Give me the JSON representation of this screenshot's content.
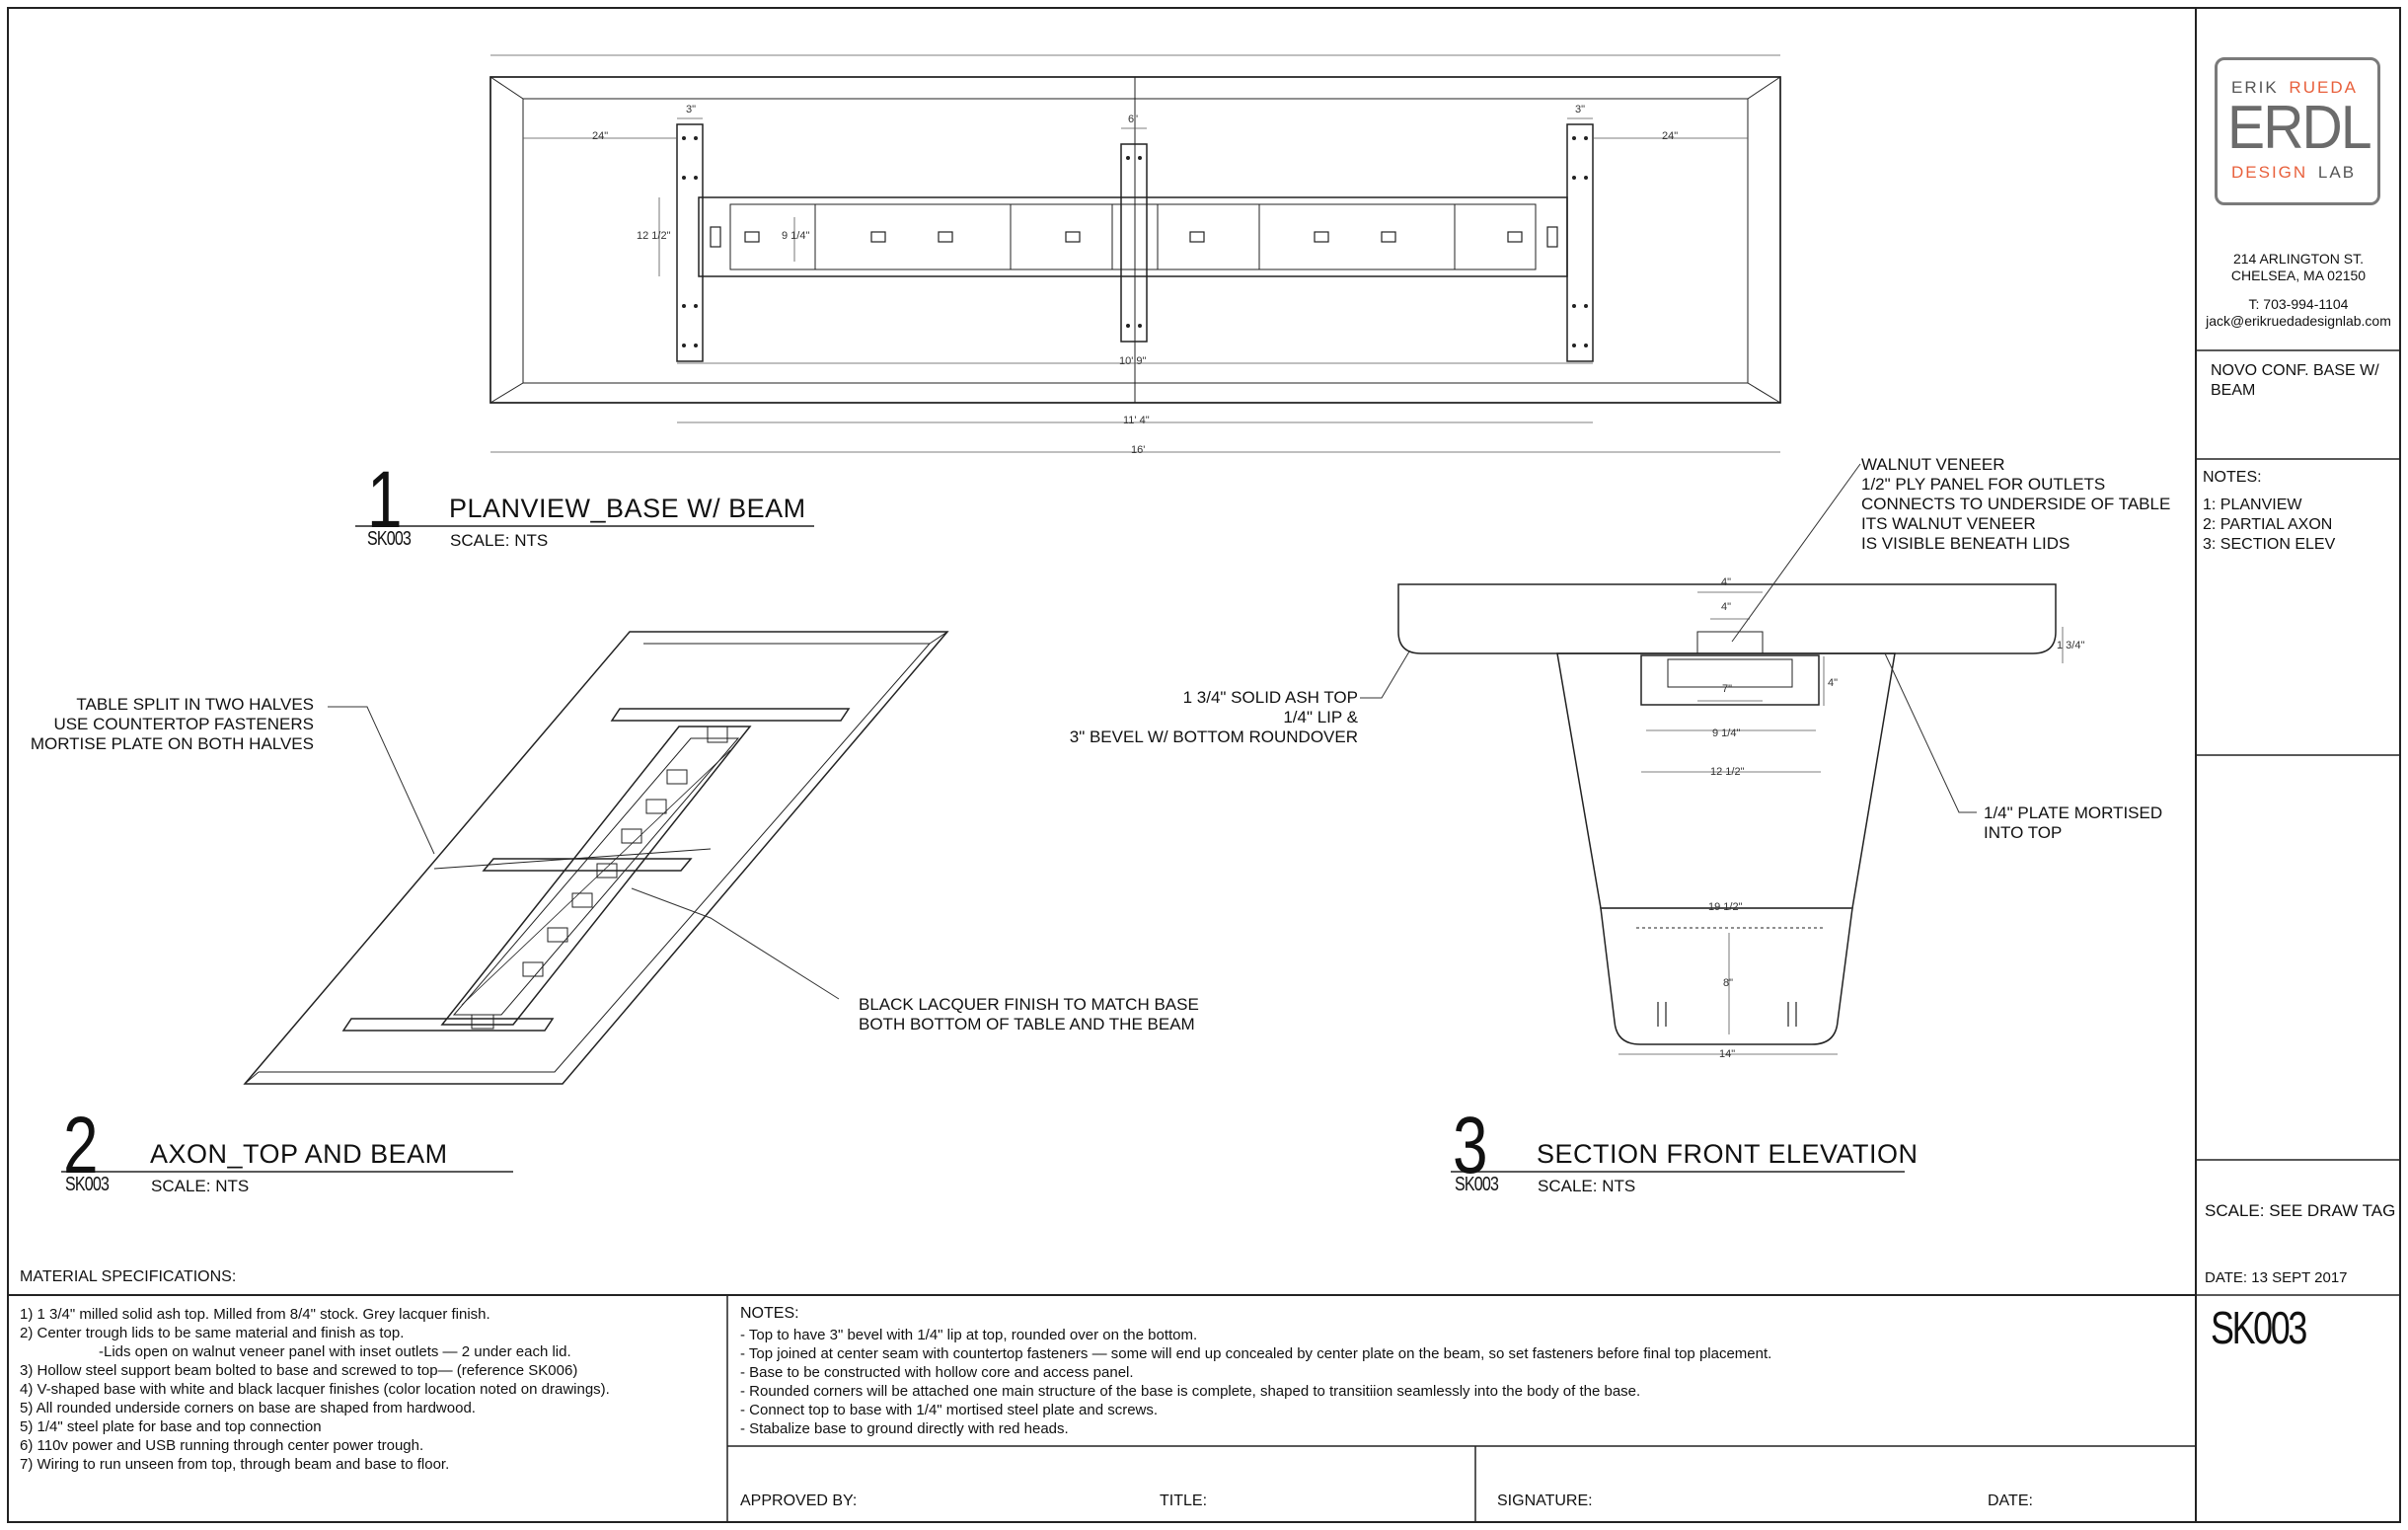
{
  "firm": {
    "logo_top_left": "ERIK",
    "logo_top_right": "RUEDA",
    "logo_main": "ERDL",
    "logo_bottom_left": "DESIGN",
    "logo_bottom_right": "LAB",
    "address_1": "214 ARLINGTON ST.",
    "address_2": "CHELSEA, MA 02150",
    "phone": "T: 703-994-1104",
    "email": "jack@erikruedadesignlab.com",
    "accent_color": "#e8603c"
  },
  "sheet": {
    "project_1": "NOVO CONF. BASE W/",
    "project_2": "BEAM",
    "notes_heading": "NOTES:",
    "notes": [
      "1: PLANVIEW",
      "2: PARTIAL AXON",
      "3: SECTION ELEV"
    ],
    "scale": "SCALE: SEE DRAW TAG",
    "date": "DATE: 13 SEPT 2017",
    "number": "SK003"
  },
  "views": {
    "v1": {
      "number": "1",
      "sheet": "SK003",
      "title": "PLANVIEW_BASE W/ BEAM",
      "scale": "SCALE: NTS"
    },
    "v2": {
      "number": "2",
      "sheet": "SK003",
      "title": "AXON_TOP AND BEAM",
      "scale": "SCALE: NTS"
    },
    "v3": {
      "number": "3",
      "sheet": "SK003",
      "title": "SECTION FRONT ELEVATION",
      "scale": "SCALE: NTS"
    }
  },
  "plan_dims": {
    "d3_left": "3\"",
    "d6": "6\"",
    "d3_right": "3\"",
    "d24_left": "24\"",
    "d24_right": "24\"",
    "d12": "12 1/2\"",
    "d9": "9 1/4\"",
    "d109": "10' 9\"",
    "d114": "11' 4\"",
    "d16": "16'"
  },
  "axon_notes": {
    "split_1": "TABLE SPLIT IN TWO HALVES",
    "split_2": "USE COUNTERTOP FASTENERS",
    "split_3": "MORTISE PLATE ON BOTH HALVES",
    "lacquer_1": "BLACK LACQUER FINISH TO MATCH BASE",
    "lacquer_2": "BOTH BOTTOM OF TABLE AND THE BEAM"
  },
  "section_notes": {
    "walnut_1": "WALNUT VENEER",
    "walnut_2": "1/2\" PLY PANEL FOR OUTLETS",
    "walnut_3": "CONNECTS TO UNDERSIDE OF TABLE",
    "walnut_4": "ITS WALNUT VENEER",
    "walnut_5": "IS VISIBLE BENEATH LIDS",
    "ash_1": "1 3/4\" SOLID ASH TOP",
    "ash_2": "1/4\" LIP &",
    "ash_3": "3\" BEVEL W/ BOTTOM ROUNDOVER",
    "plate_1": "1/4\" PLATE MORTISED",
    "plate_2": "INTO TOP"
  },
  "section_dims": {
    "d4a": "4\"",
    "d4b": "4\"",
    "d7": "7\"",
    "d4c": "4\"",
    "d134": "1 3/4\"",
    "d914": "9 1/4\"",
    "d1212": "12 1/2\"",
    "d1912": "19 1/2\"",
    "d8": "8\"",
    "d14": "14\""
  },
  "materials": {
    "heading": "MATERIAL SPECIFICATIONS:",
    "items": [
      "1) 1 3/4\" milled solid ash top. Milled from 8/4\" stock. Grey lacquer finish.",
      "2) Center trough lids to be same material and finish as top.",
      "-Lids open on walnut veneer panel with inset outlets — 2 under each lid.",
      "3) Hollow steel support beam bolted to base and screwed to top— (reference SK006)",
      "4) V-shaped base with white and black lacquer finishes (color location noted on drawings).",
      "5) All rounded underside corners on base are shaped from hardwood.",
      "5) 1/4\" steel plate for base and top connection",
      "6) 110v power and USB running through center power trough.",
      "7) Wiring to run unseen from top, through beam and base to floor."
    ]
  },
  "general_notes": {
    "heading": "NOTES:",
    "items": [
      "- Top to have 3\" bevel with 1/4\" lip at top, rounded over on the bottom.",
      "- Top joined at center seam with countertop fasteners — some will end up concealed by center plate on the beam, so set fasteners before final top placement.",
      "- Base to be constructed with hollow core and access panel.",
      "- Rounded corners will be attached one main structure of the base is complete, shaped to transitiion seamlessly into the body of the base.",
      "- Connect top to base with 1/4\" mortised steel plate and screws.",
      "- Stabalize base to ground directly with red heads."
    ]
  },
  "signoff": {
    "approved": "APPROVED BY:",
    "title": "TITLE:",
    "signature": "SIGNATURE:",
    "date": "DATE:"
  }
}
